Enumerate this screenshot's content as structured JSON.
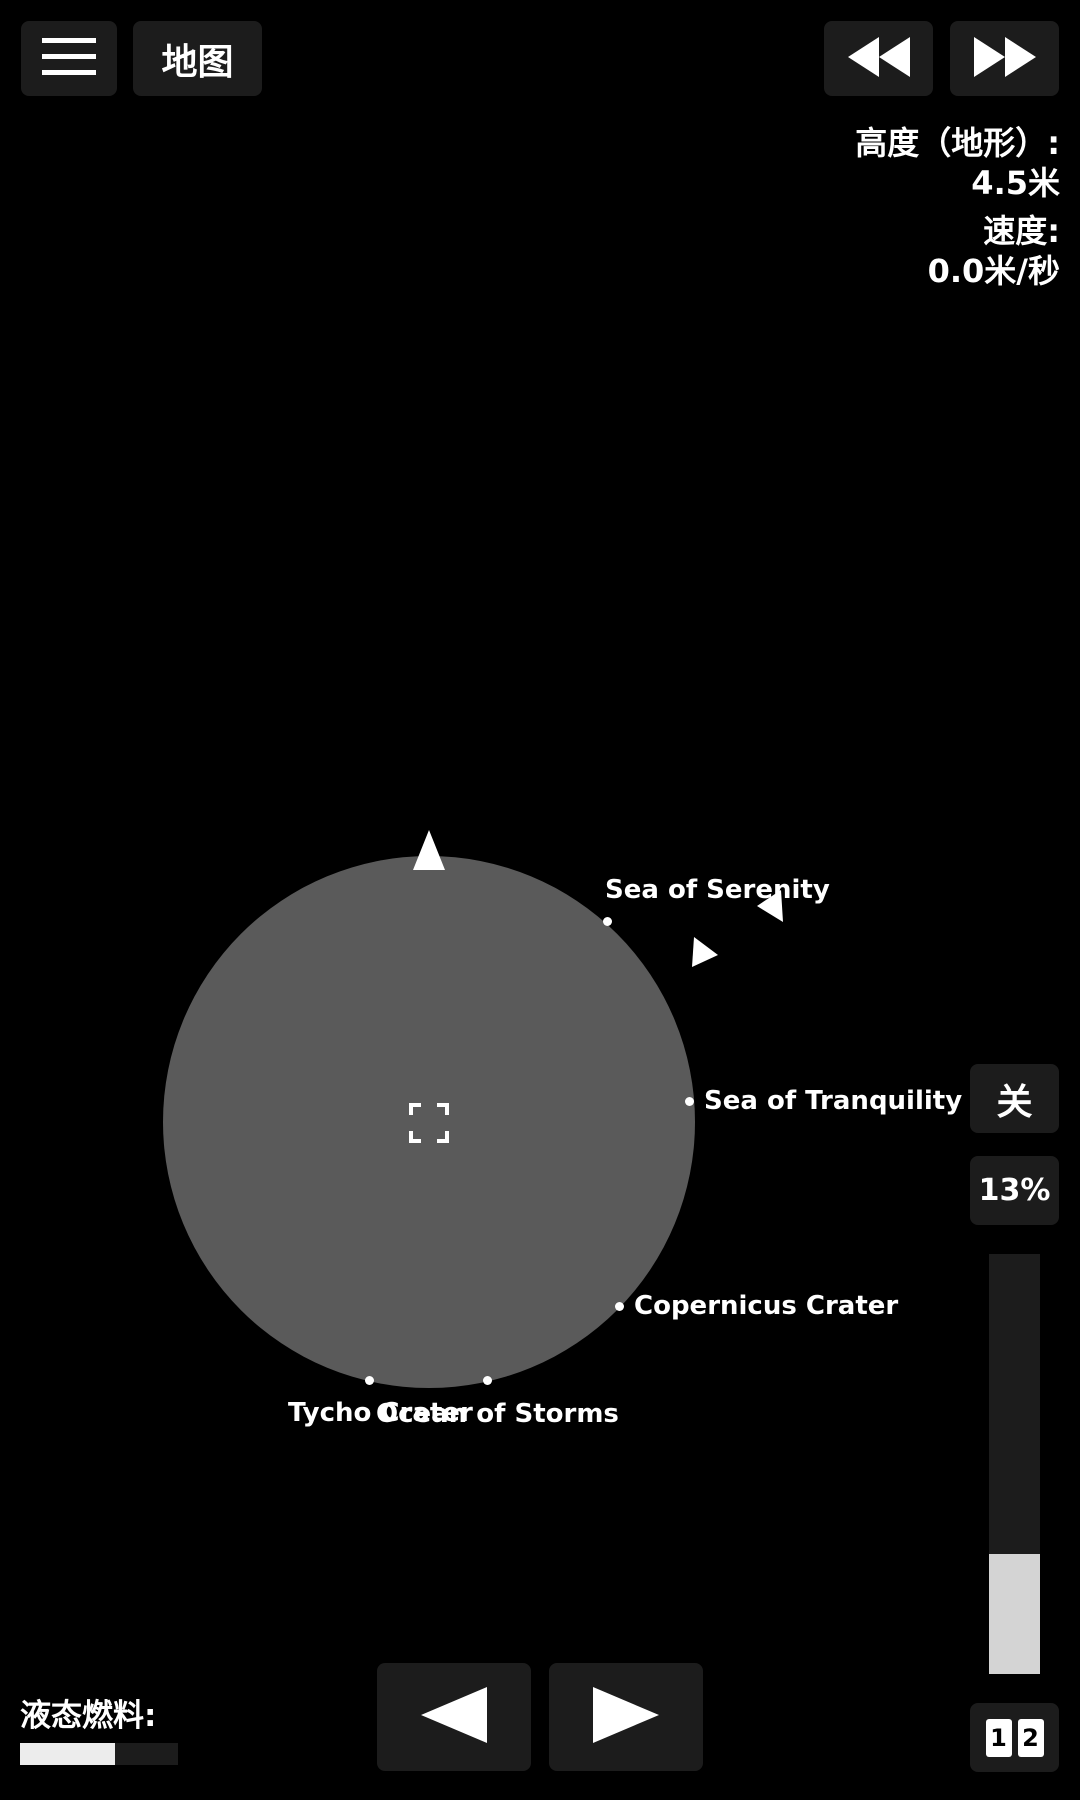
{
  "toolbar": {
    "menu_icon": "menu-icon",
    "map_label": "地图",
    "rewind_icon": "rewind-icon",
    "fast_forward_icon": "fast-forward-icon"
  },
  "hud": {
    "altitude_label": "高度（地形）:",
    "altitude_value": "4.5米",
    "speed_label": "速度:",
    "speed_value": "0.0米/秒"
  },
  "map": {
    "planet_color": "#5a5a5a",
    "locations": [
      {
        "name": "Sea of Serenity"
      },
      {
        "name": "Sea of Tranquility"
      },
      {
        "name": "Copernicus Crater"
      },
      {
        "name": "Tycho Crater"
      },
      {
        "name": "Ocean of Storms"
      }
    ]
  },
  "controls": {
    "engine_toggle_label": "关",
    "throttle_label": "13%",
    "throttle_level": 0.285,
    "stage_labels": [
      "1",
      "2"
    ],
    "prev_icon": "play-left-icon",
    "next_icon": "play-right-icon"
  },
  "fuel": {
    "label": "液态燃料:",
    "level": 0.6
  }
}
